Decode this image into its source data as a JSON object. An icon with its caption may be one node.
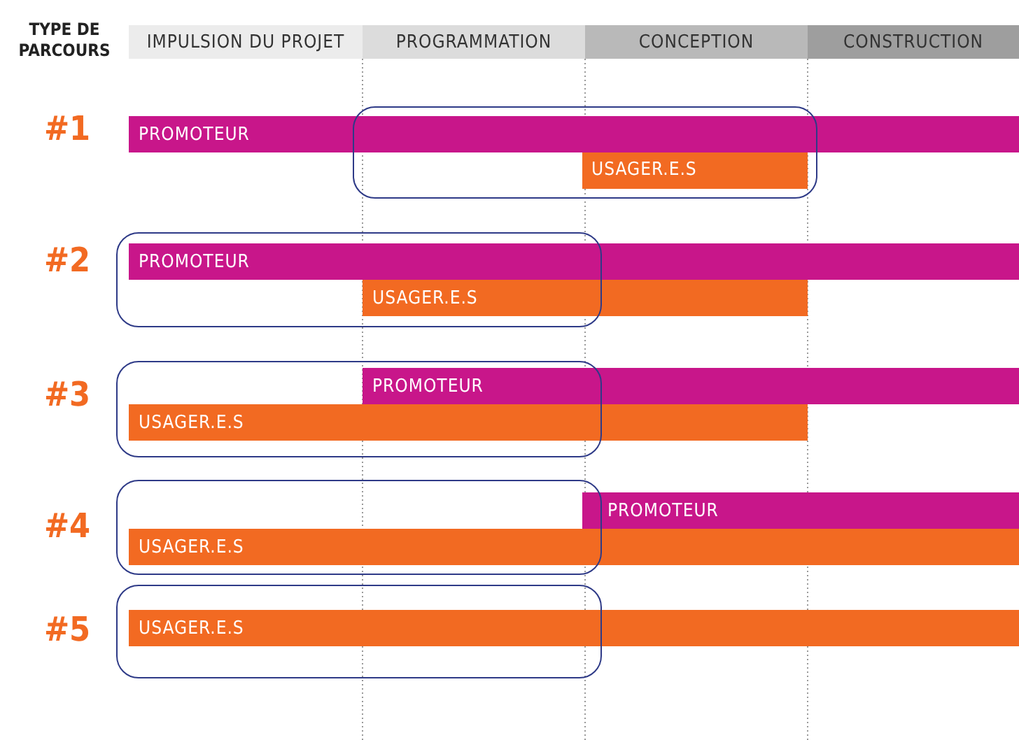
{
  "diagram": {
    "nodes": [
      {
        "text": [
          "IMPULSION DU PROJET"
        ]
      },
      {
        "text": [
          "PROGRAMMATION"
        ]
      },
      {
        "text": [
          "CONCEPTION"
        ]
      },
      {
        "text": [
          "CONSTRUCTION"
        ]
      },
      {
        "text": [
          "PROMOTEUR"
        ]
      },
      {
        "text": [],
        "shape": "box"
      },
      {
        "text": [
          "USAGER.E.S"
        ],
        "in": 5
      },
      {
        "text": [
          "PROMOTEUR"
        ]
      },
      {
        "text": [],
        "shape": "box"
      },
      {
        "text": [
          "USAGER.E.S"
        ]
      },
      {
        "text": [
          "USAGER.E.S"
        ]
      },
      {
        "text": [
          "PROMOTEUR"
        ]
      },
      {
        "text": [],
        "shape": "box"
      },
      {
        "text": [
          "USAGER.E.S"
        ]
      },
      {
        "text": [
          "PROMOTEUR"
        ]
      },
      {
        "text": [],
        "shape": "box"
      },
      {
        "text": [
          "USAGER.E.S"
        ]
      },
      {
        "text": [],
        "shape": "box"
      }
    ],
    "edges": [],
    "labels": [
      "TYPE DE PARCOURS",
      "#1",
      "#2",
      "#3",
      "#4",
      "#5"
    ]
  }
}
